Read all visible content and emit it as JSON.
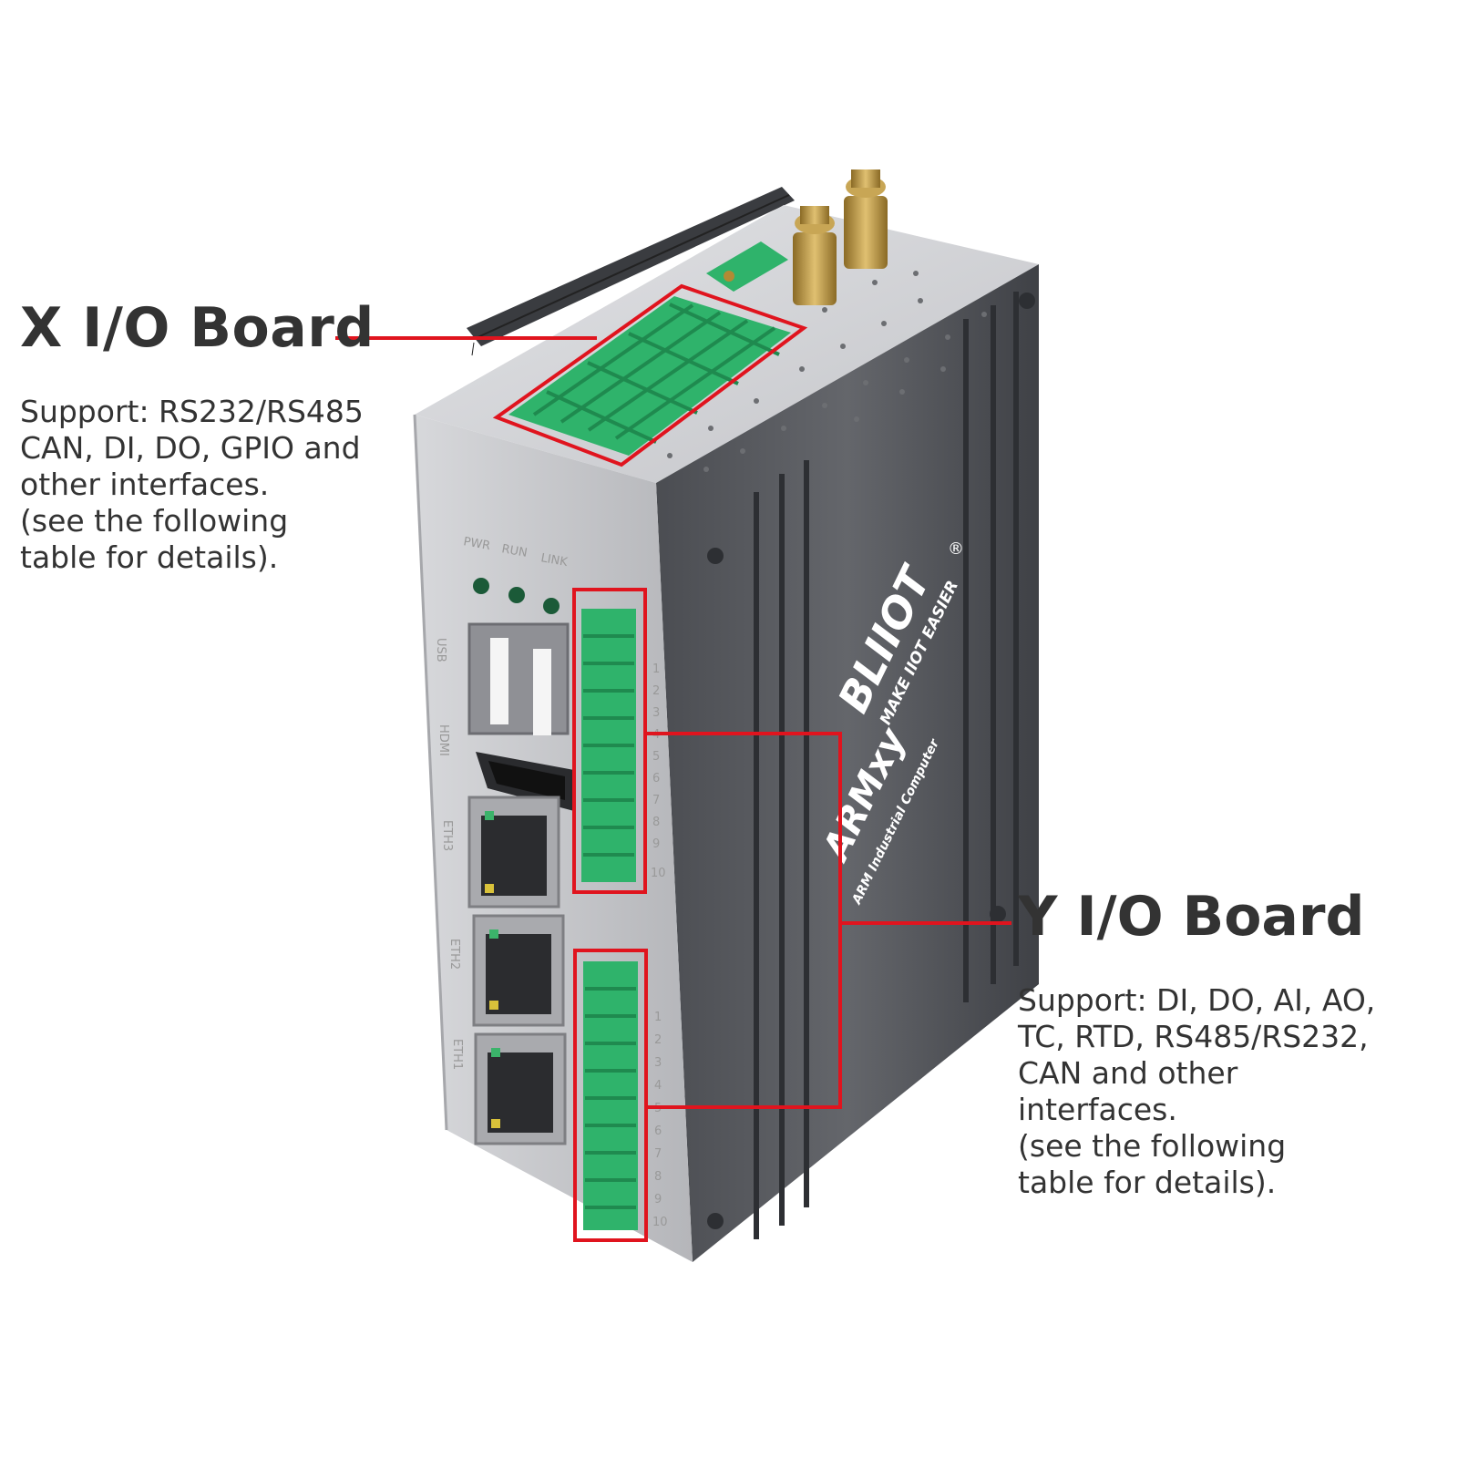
{
  "callouts": {
    "x_board": {
      "title": "X I/O Board",
      "description_lines": [
        "Support: RS232/RS485",
        "CAN, DI, DO, GPIO and",
        "other interfaces.",
        "(see the following",
        "table for details)."
      ]
    },
    "y_board": {
      "title": "Y I/O Board",
      "description_lines": [
        "Support: DI, DO, AI, AO,",
        "TC, RTD, RS485/RS232,",
        "CAN and other",
        "interfaces.",
        "(see the following",
        "table for details)."
      ]
    }
  },
  "device": {
    "brand": "BLIIOT",
    "slogan": "MAKE IIOT EASIER",
    "model": "ARMxy",
    "subtitle": "ARM Industrial Computer",
    "registered_mark": "®",
    "leds": [
      "PWR",
      "RUN",
      "LINK"
    ],
    "ports": [
      "USB",
      "HDMI",
      "ETH3",
      "ETH2",
      "ETH1"
    ],
    "y_terminal_numbers": [
      "1",
      "2",
      "3",
      "4",
      "5",
      "6",
      "7",
      "8",
      "9",
      "10"
    ]
  },
  "colors": {
    "callout_red": "#e0141e",
    "terminal_green": "#2fb36b",
    "terminal_dark": "#1f8a4f",
    "housing_dark": "#5b5d62",
    "housing_front": "#c7c8cb",
    "text": "#333333"
  }
}
